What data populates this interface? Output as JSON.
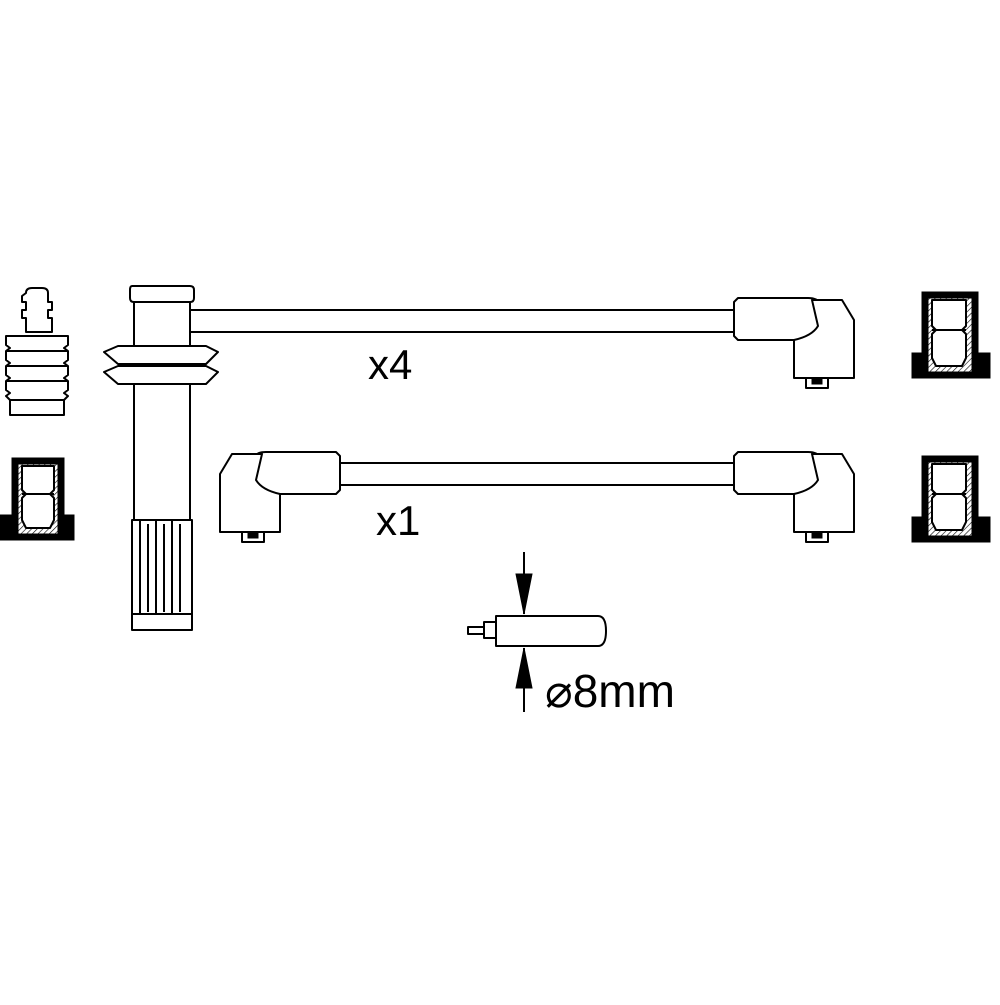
{
  "labels": {
    "quantity_top": "x4",
    "quantity_bottom": "x1",
    "diameter": "⌀8mm"
  },
  "colors": {
    "line": "#000000",
    "background": "#ffffff"
  },
  "icons": {
    "spark_plug": "spark-plug-connector-icon",
    "ignition_coil_connector": "coil-connector-icon",
    "cable": "ignition-cable-icon",
    "boot": "rubber-boot-icon",
    "diameter_arrow": "dimension-arrow-icon"
  }
}
